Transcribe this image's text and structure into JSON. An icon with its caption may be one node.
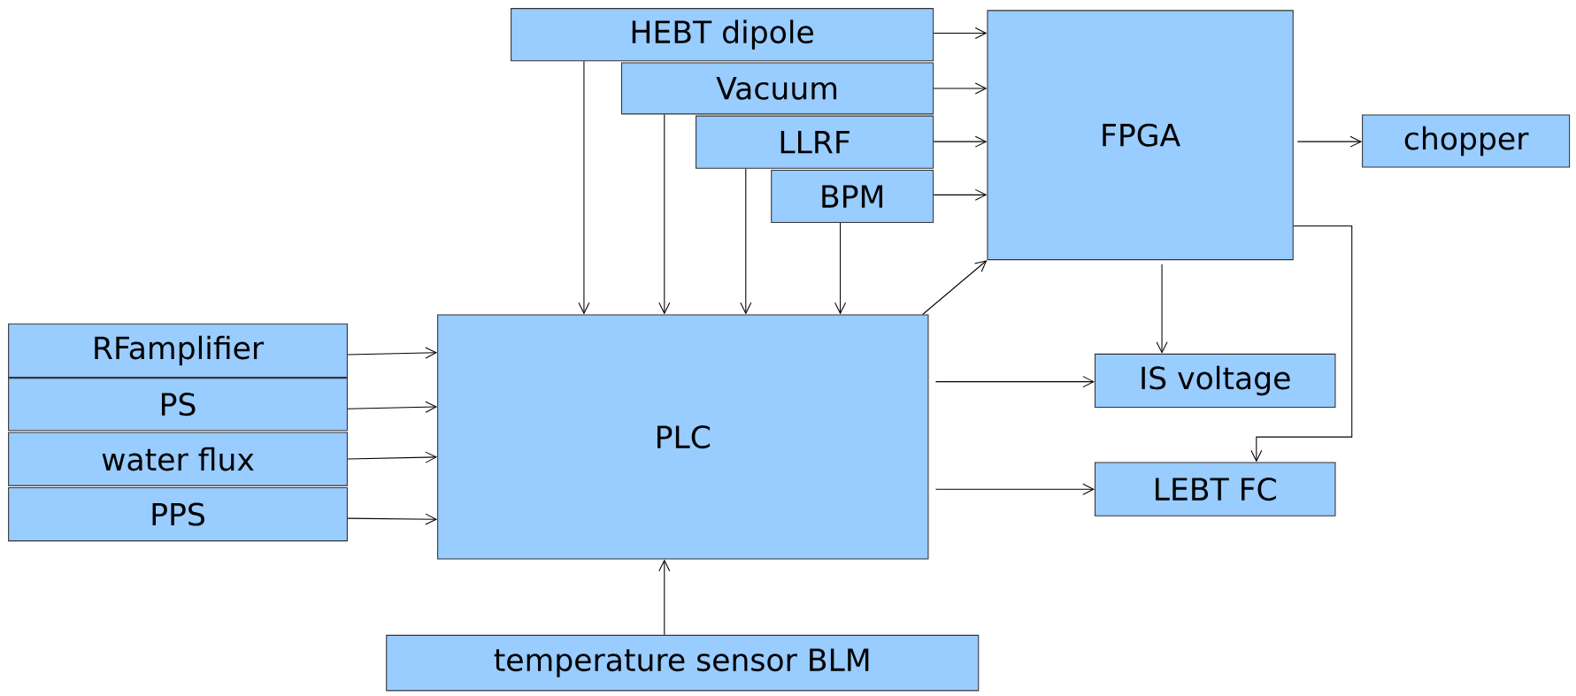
{
  "diagram": {
    "nodes": [
      {
        "text": [
          "HEBT dipole"
        ]
      },
      {
        "text": [
          "Vacuum"
        ]
      },
      {
        "text": [
          "LLRF"
        ]
      },
      {
        "text": [
          "BPM"
        ]
      },
      {
        "text": [
          "FPGA"
        ]
      },
      {
        "text": [
          "chopper"
        ]
      },
      {
        "text": [
          "RFamplifier"
        ]
      },
      {
        "text": [
          "PS"
        ]
      },
      {
        "text": [
          "water flux"
        ]
      },
      {
        "text": [
          "PPS"
        ]
      },
      {
        "text": [
          "PLC"
        ]
      },
      {
        "text": [
          "IS voltage"
        ]
      },
      {
        "text": [
          "LEBT FC"
        ]
      },
      {
        "text": [
          "temperature sensor BLM"
        ]
      }
    ],
    "edges": [
      {
        "from": 0,
        "to": 4,
        "arrow": "to"
      },
      {
        "from": 1,
        "to": 4,
        "arrow": "to"
      },
      {
        "from": 2,
        "to": 4,
        "arrow": "to"
      },
      {
        "from": 3,
        "to": 4,
        "arrow": "to"
      },
      {
        "from": 0,
        "to": 10,
        "arrow": "to"
      },
      {
        "from": 1,
        "to": 10,
        "arrow": "to"
      },
      {
        "from": 2,
        "to": 10,
        "arrow": "to"
      },
      {
        "from": 3,
        "to": 10,
        "arrow": "to"
      },
      {
        "from": 4,
        "to": 5,
        "arrow": "to"
      },
      {
        "from": 6,
        "to": 10,
        "arrow": "to"
      },
      {
        "from": 7,
        "to": 10,
        "arrow": "to"
      },
      {
        "from": 8,
        "to": 10,
        "arrow": "to"
      },
      {
        "from": 9,
        "to": 10,
        "arrow": "to"
      },
      {
        "from": 10,
        "to": 4,
        "arrow": "to"
      },
      {
        "from": 10,
        "to": 11,
        "arrow": "to"
      },
      {
        "from": 10,
        "to": 12,
        "arrow": "to"
      },
      {
        "from": 4,
        "to": 11,
        "arrow": "to"
      },
      {
        "from": 4,
        "to": 12,
        "arrow": "to"
      },
      {
        "from": 13,
        "to": 10,
        "arrow": "to"
      }
    ]
  }
}
